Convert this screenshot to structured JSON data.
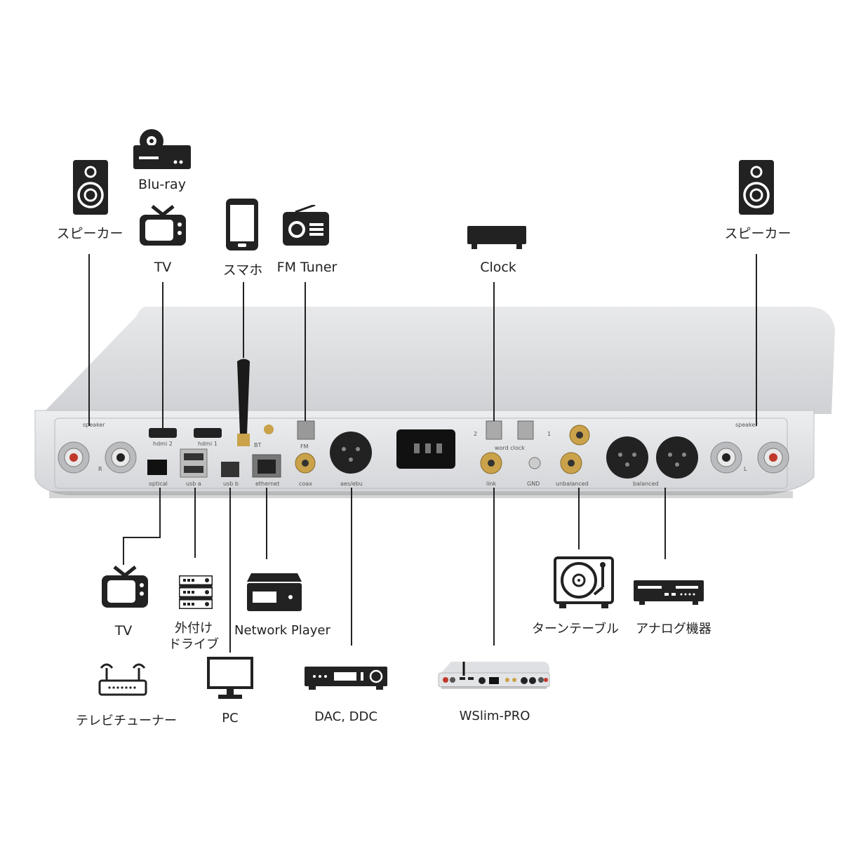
{
  "labels": {
    "speaker_left": "スピーカー",
    "speaker_right": "スピーカー",
    "bluray": "Blu-ray",
    "tv_top": "TV",
    "smartphone": "スマホ",
    "fm_tuner": "FM Tuner",
    "clock": "Clock",
    "tv_bottom": "TV",
    "ext_drive_line1": "外付け",
    "ext_drive_line2": "ドライブ",
    "network_player": "Network Player",
    "turntable": "ターンテーブル",
    "analog_device": "アナログ機器",
    "tv_tuner": "テレビチューナー",
    "pc": "PC",
    "dac_ddc": "DAC, DDC",
    "wslim_pro": "WSlim-PRO"
  },
  "ports": {
    "speaker_left": "speaker",
    "speaker_right": "speaker",
    "hdmi2": "hdmi 2",
    "hdmi1": "hdmi 1",
    "bt": "BT",
    "fm": "FM",
    "optical": "optical",
    "usb_a": "usb a",
    "usb_b": "usb b",
    "ethernet": "ethernet",
    "coax": "coax",
    "aes_ebu": "aes/ebu",
    "word_clock": "word clock",
    "wc_2": "2",
    "wc_1": "1",
    "link": "link",
    "gnd": "GND",
    "unbalanced": "unbalanced",
    "balanced": "balanced",
    "R": "R",
    "L": "L"
  },
  "colors": {
    "chassis": "#dcdde0",
    "chassis_dark": "#c3c5c9",
    "panel": "#e4e5e8",
    "line": "#222222",
    "gold": "#c9a24a",
    "red": "#c0392b"
  }
}
